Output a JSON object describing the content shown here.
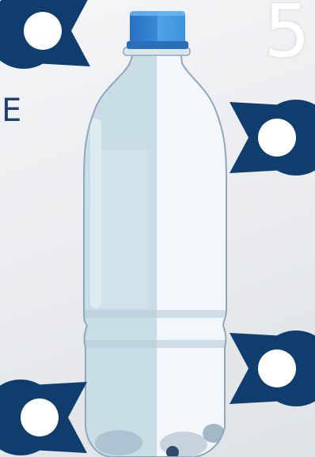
{
  "slide_number": "5",
  "side_letter": "E",
  "colors": {
    "marker": "#0f3e6e",
    "cap_dark": "#2a70c4",
    "cap_light": "#4fa3e6",
    "water_left": "#c9dde6",
    "water_right": "#f3f6fa",
    "outline": "#8fa8bc"
  },
  "markers": [
    {
      "name": "cap-marker",
      "icon": "location-pin-icon",
      "points_to": "cap"
    },
    {
      "name": "body-upper-marker",
      "icon": "location-pin-icon",
      "points_to": "bottle-upper-body"
    },
    {
      "name": "body-lower-marker",
      "icon": "location-pin-icon",
      "points_to": "bottle-lower-body"
    },
    {
      "name": "base-marker",
      "icon": "location-pin-icon",
      "points_to": "bottle-base"
    }
  ]
}
